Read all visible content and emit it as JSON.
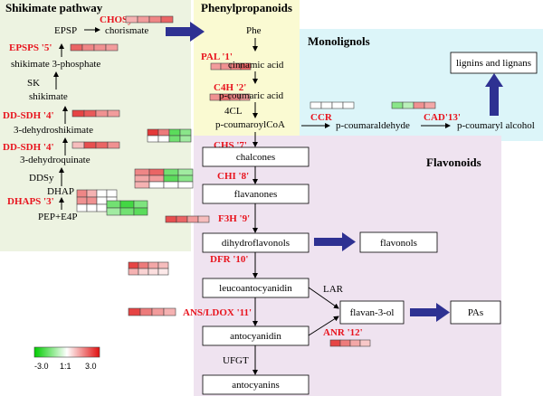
{
  "panels": {
    "shikimate": "Shikimate pathway",
    "phenylpropanoids": "Phenylpropanoids",
    "monolignols": "Monolignols",
    "flavonoids": "Flavonoids"
  },
  "metabolites": {
    "epsp": "EPSP",
    "chorismate": "chorismate",
    "shikimate3p": "shikimate 3-phosphate",
    "sk": "SK",
    "shikimate": "shikimate",
    "dehydroshikimate": "3-dehydroshikimate",
    "dehydroquinate": "3-dehydroquinate",
    "ddsy": "DDSy",
    "dhap": "DHAP",
    "pep": "PEP+E4P",
    "phe": "Phe",
    "cinnamic": "cinnamic acid",
    "pcoumaric": "p-coumaric acid",
    "fourcl": "4CL",
    "pcoumaroylcoa": "p-coumaroylCoA",
    "pcoumaraldehyde": "p-coumaraldehyde",
    "pcoumarylalcohol": "p-coumaryl alcohol",
    "lignins": "lignins and lignans",
    "chalcones": "chalcones",
    "flavanones": "flavanones",
    "dihydroflavonols": "dihydroflavonols",
    "flavonols": "flavonols",
    "leucoanthocyanidin": "leucoantocyanidin",
    "lar": "LAR",
    "flavan3ol": "flavan-3-ol",
    "pas": "PAs",
    "anthocyanidin": "antocyanidin",
    "ufgt": "UFGT",
    "anthocyanins": "antocyanins"
  },
  "enzymes": {
    "chosy": "CHOSy '6'",
    "epsps": "EPSPS '5'",
    "ddsdh4a": "DD-SDH '4'",
    "ddsdh4b": "DD-SDH '4'",
    "dhaps": "DHAPS '3'",
    "pal": "PAL '1'",
    "c4h": "C4H '2'",
    "ccr": "CCR",
    "cad": "CAD'13'",
    "chs": "CHS '7'",
    "chi": "CHI '8'",
    "f3h": "F3H '9'",
    "dfr": "DFR '10'",
    "ansldox": "ANS/LDOX '11'",
    "anr": "ANR '12'"
  },
  "legend": {
    "min": "-3.0",
    "mid": "1:1",
    "max": "3.0",
    "low_color": "#00cc00",
    "high_color": "#e01010"
  },
  "colors": {
    "shikimate_bg": "#edf3e1",
    "phenylpropanoid_bg": "#fafad2",
    "monolignol_bg": "#dcf5f9",
    "flavonoid_bg": "#efe3f0",
    "arrow_blue": "#2e3192",
    "enzyme_red": "#e8141e"
  },
  "heatmaps": {
    "chosy": [
      [
        0.35,
        0.45,
        0.55,
        0.7
      ]
    ],
    "epsps": [
      [
        0.7,
        0.55,
        0.5,
        0.45
      ]
    ],
    "ddsdh4a": [
      [
        0.85,
        0.75,
        0.5,
        0.45
      ]
    ],
    "ddsdh4b": [
      [
        0.3,
        0.8,
        0.7,
        0.5
      ]
    ],
    "dhaps": [
      [
        0.55,
        0.35,
        0,
        0
      ],
      [
        0.5,
        0.5,
        0,
        0
      ],
      [
        0,
        0,
        0,
        0
      ]
    ],
    "dhaps_green": [
      [
        -0.6,
        -0.8,
        -0.55
      ],
      [
        -0.4,
        -0.6,
        -0.7
      ]
    ],
    "pal": [
      [
        0.45,
        0.5,
        0.6,
        0.7
      ]
    ],
    "c4h": [
      [
        0.5,
        0.65,
        0.55,
        0.45
      ]
    ],
    "fourcl": [
      [
        0.9,
        0.6,
        -0.7,
        -0.5
      ],
      [
        0,
        0,
        -0.6,
        -0.4
      ]
    ],
    "ccr": [
      [
        0,
        0,
        0,
        0
      ]
    ],
    "cad": [
      [
        -0.5,
        -0.3,
        0.5,
        0.4
      ]
    ],
    "chi": [
      [
        0.55,
        0.7,
        -0.6,
        -0.4
      ],
      [
        0.4,
        0.45,
        -0.7,
        -0.5
      ],
      [
        0.35,
        0,
        0,
        0
      ]
    ],
    "f3h": [
      [
        0.8,
        0.7,
        0.45,
        0.3
      ]
    ],
    "dfr": [
      [
        0.85,
        0.6,
        0.4,
        0.3
      ],
      [
        0.35,
        0.2,
        0.15,
        0.1
      ]
    ],
    "ansldox": [
      [
        0.85,
        0.6,
        0.45,
        0.35
      ]
    ],
    "anr": [
      [
        0.85,
        0.6,
        0.4,
        0.25
      ]
    ]
  }
}
